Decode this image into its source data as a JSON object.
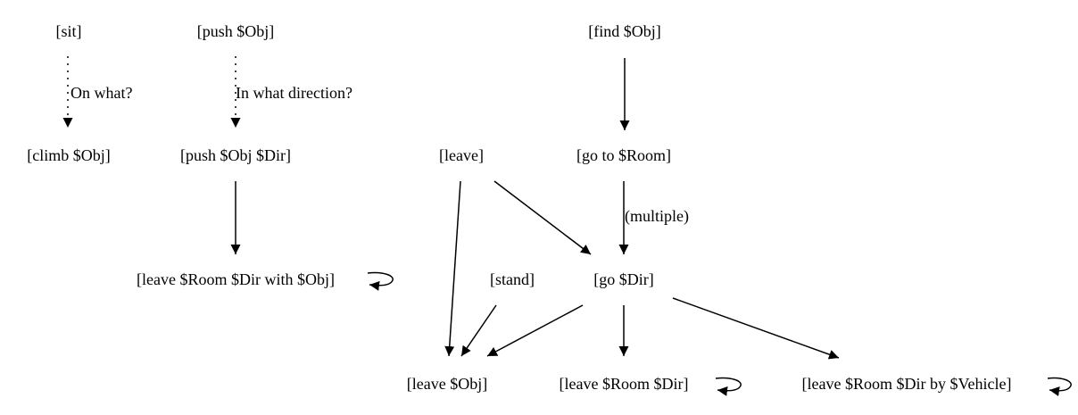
{
  "nodes": {
    "sit": "[sit]",
    "push_obj": "[push $Obj]",
    "find_obj": "[find $Obj]",
    "climb_obj": "[climb $Obj]",
    "push_obj_dir": "[push $Obj $Dir]",
    "leave": "[leave]",
    "go_to_room": "[go to $Room]",
    "leave_room_dir_with_obj": "[leave $Room $Dir with $Obj]",
    "stand": "[stand]",
    "go_dir": "[go $Dir]",
    "leave_obj": "[leave $Obj]",
    "leave_room_dir": "[leave $Room $Dir]",
    "leave_room_dir_by_vehicle": "[leave $Room $Dir by $Vehicle]"
  },
  "edge_labels": {
    "on_what": "On what?",
    "in_what_direction": "In what direction?",
    "multiple": "(multiple)"
  },
  "colors": {
    "ink": "#000000",
    "background": "#ffffff"
  }
}
